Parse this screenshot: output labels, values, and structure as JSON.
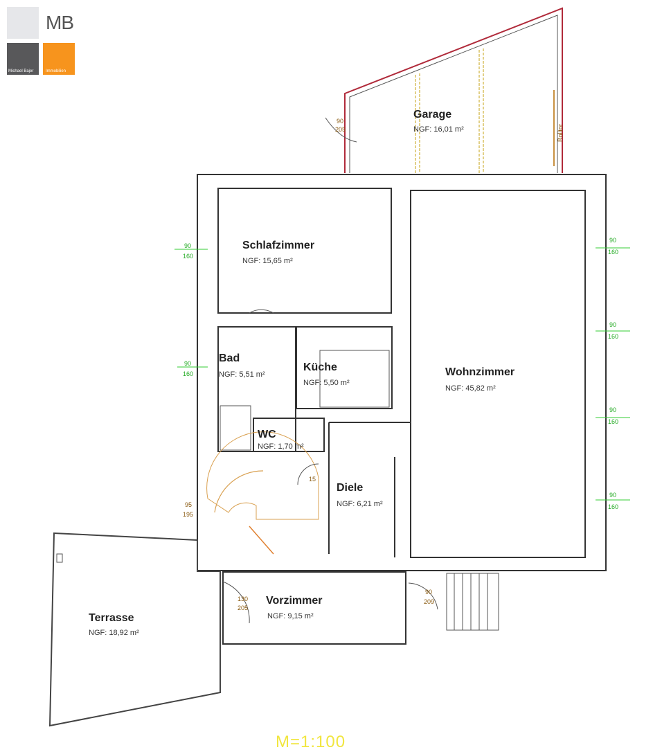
{
  "logo": {
    "letters": "MB",
    "owner": "Michael Bajer",
    "line": "Immobilien",
    "colors": {
      "light": "#e6e7ea",
      "dark": "#58585a",
      "accent": "#f7941d"
    }
  },
  "rooms": {
    "garage": {
      "name": "Garage",
      "area": "NGF: 16,01 m²"
    },
    "schlafzimmer": {
      "name": "Schlafzimmer",
      "area": "NGF:     15,65 m²"
    },
    "bad": {
      "name": "Bad",
      "area": "NGF: 5,51 m²"
    },
    "kueche": {
      "name": "Küche",
      "area": "NGF: 5,50 m²"
    },
    "wc": {
      "name": "WC",
      "area": "NGF: 1,70 m²"
    },
    "wohnzimmer": {
      "name": "Wohnzimmer",
      "area": "NGF:      45,82 m²"
    },
    "diele": {
      "name": "Diele",
      "area": "NGF: 6,21 m²"
    },
    "vorzimmer": {
      "name": "Vorzimmer",
      "area": "NGF: 9,15 m²"
    },
    "terrasse": {
      "name": "Terrasse",
      "area": "NGF: 18,92 m²"
    }
  },
  "labels": {
    "rolltor": "Rolltor"
  },
  "dims": {
    "d90": "90",
    "d160": "160",
    "d205": "205",
    "d95": "95",
    "d195": "195",
    "d130": "130",
    "d209": "209",
    "d15": "15"
  },
  "scale": "M=1:100"
}
